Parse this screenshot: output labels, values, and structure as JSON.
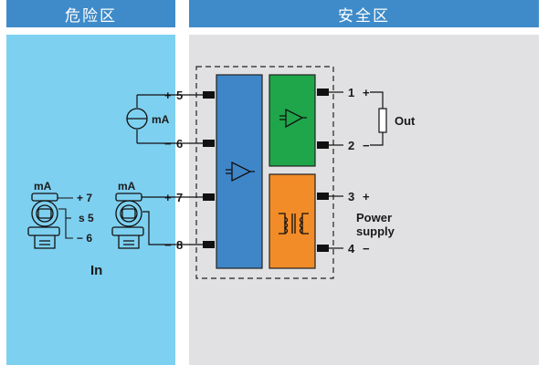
{
  "zones": {
    "hazardous": "危险区",
    "safe": "安全区"
  },
  "terminals": {
    "t1": "1",
    "t1_sign": "+",
    "t2": "2",
    "t2_sign": "−",
    "t3": "3",
    "t3_sign": "+",
    "t4": "4",
    "t4_sign": "−",
    "t5_sign": "+",
    "t5": "5",
    "t6_sign": "−",
    "t6": "6",
    "t7_sign": "+",
    "t7": "7",
    "t8_sign": "−",
    "t8": "8"
  },
  "labels": {
    "ammeter_unit": "mA",
    "output": "Out",
    "power_line1": "Power",
    "power_line2": "supply",
    "input": "In"
  },
  "transmitters": {
    "tx1_unit": "mA",
    "tx1_pins": [
      "+ 7",
      "s 5",
      "− 6"
    ],
    "tx2_unit": "mA"
  },
  "colors": {
    "header": "#3f8bc9",
    "hazardous_zone": "#7ed0f0",
    "safe_zone": "#e1e1e3",
    "input_module": "#3f86c8",
    "output_module": "#1fa64a",
    "power_module": "#f28c28"
  },
  "icons": [
    "amplifier-icon",
    "transformer-icon",
    "ammeter-icon",
    "transmitter-icon",
    "resistor-icon"
  ]
}
